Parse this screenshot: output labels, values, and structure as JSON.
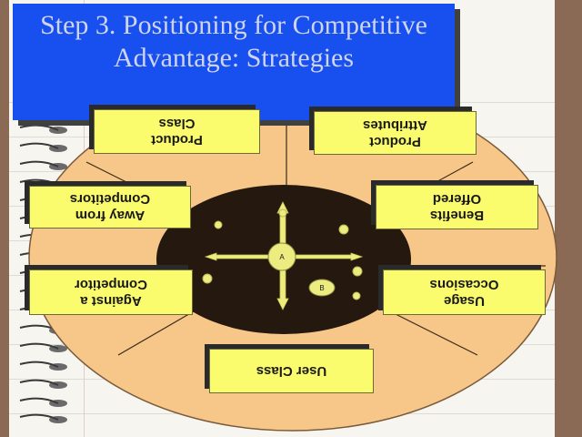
{
  "title": "Step 3. Positioning for Competitive Advantage: Strategies",
  "boxes": {
    "product_class": "Product\nClass",
    "product_attributes": "Product\nAttributes",
    "away_from_competitors": "Away from\nCompetitors",
    "benefits_offered": "Benefits\nOffered",
    "against_a_competitor": "Against a\nCompetitor",
    "usage_occasions": "Usage\nOccasions",
    "user_class": "User Class"
  },
  "map_points": {
    "A": "A",
    "B": "B"
  },
  "colors": {
    "title_bg": "#1750ee",
    "ellipse_fill": "#f7c78a",
    "inner_dark": "#24180f",
    "box_fill": "#fbfb6e",
    "axis": "#ecec80"
  }
}
